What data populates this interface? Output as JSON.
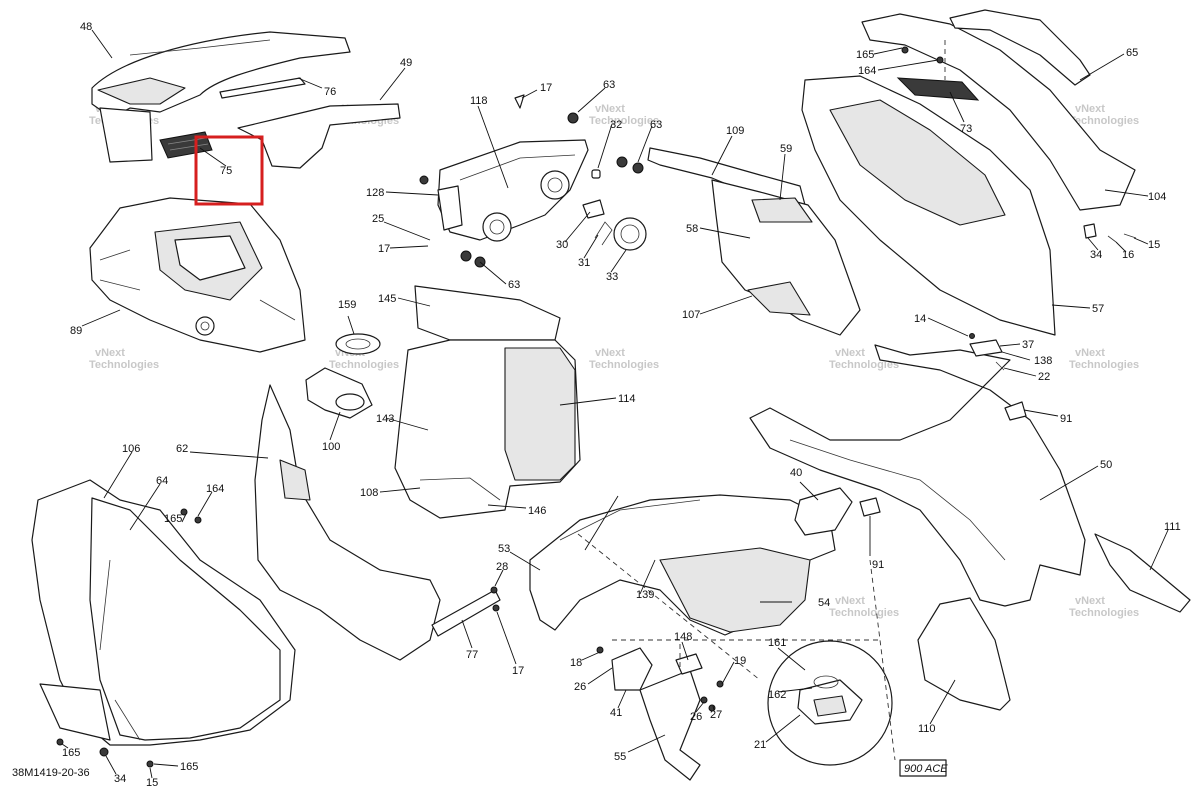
{
  "document_id": "38M1419-20-36",
  "variant_label": "900 ACE",
  "highlighted_part": "75",
  "watermark": {
    "line1": "vNext",
    "line2": "Technologies"
  },
  "callouts": [
    {
      "id": "c48",
      "label": "48"
    },
    {
      "id": "c76",
      "label": "76"
    },
    {
      "id": "c49",
      "label": "49"
    },
    {
      "id": "c75",
      "label": "75"
    },
    {
      "id": "c89",
      "label": "89"
    },
    {
      "id": "c17a",
      "label": "17"
    },
    {
      "id": "c118",
      "label": "118"
    },
    {
      "id": "c63a",
      "label": "63"
    },
    {
      "id": "c32",
      "label": "32"
    },
    {
      "id": "c63b",
      "label": "63"
    },
    {
      "id": "c128",
      "label": "128"
    },
    {
      "id": "c25",
      "label": "25"
    },
    {
      "id": "c17b",
      "label": "17"
    },
    {
      "id": "c30",
      "label": "30"
    },
    {
      "id": "c31",
      "label": "31"
    },
    {
      "id": "c33",
      "label": "33"
    },
    {
      "id": "c63c",
      "label": "63"
    },
    {
      "id": "c109",
      "label": "109"
    },
    {
      "id": "c59",
      "label": "59"
    },
    {
      "id": "c58",
      "label": "58"
    },
    {
      "id": "c107",
      "label": "107"
    },
    {
      "id": "c165a",
      "label": "165"
    },
    {
      "id": "c164a",
      "label": "164"
    },
    {
      "id": "c65",
      "label": "65"
    },
    {
      "id": "c73",
      "label": "73"
    },
    {
      "id": "c104",
      "label": "104"
    },
    {
      "id": "c34a",
      "label": "34"
    },
    {
      "id": "c16",
      "label": "16"
    },
    {
      "id": "c15a",
      "label": "15"
    },
    {
      "id": "c57",
      "label": "57"
    },
    {
      "id": "c159",
      "label": "159"
    },
    {
      "id": "c145",
      "label": "145"
    },
    {
      "id": "c100",
      "label": "100"
    },
    {
      "id": "c143",
      "label": "143"
    },
    {
      "id": "c114",
      "label": "114"
    },
    {
      "id": "c108",
      "label": "108"
    },
    {
      "id": "c146",
      "label": "146"
    },
    {
      "id": "c14",
      "label": "14"
    },
    {
      "id": "c37",
      "label": "37"
    },
    {
      "id": "c138",
      "label": "138"
    },
    {
      "id": "c22",
      "label": "22"
    },
    {
      "id": "c91a",
      "label": "91"
    },
    {
      "id": "c106",
      "label": "106"
    },
    {
      "id": "c62",
      "label": "62"
    },
    {
      "id": "c64",
      "label": "64"
    },
    {
      "id": "c164b",
      "label": "164"
    },
    {
      "id": "c165b",
      "label": "165"
    },
    {
      "id": "c53",
      "label": "53"
    },
    {
      "id": "c40",
      "label": "40"
    },
    {
      "id": "c50",
      "label": "50"
    },
    {
      "id": "c91b",
      "label": "91"
    },
    {
      "id": "c28",
      "label": "28"
    },
    {
      "id": "c17c",
      "label": "17"
    },
    {
      "id": "c77",
      "label": "77"
    },
    {
      "id": "c139",
      "label": "139"
    },
    {
      "id": "c54",
      "label": "54"
    },
    {
      "id": "c111",
      "label": "111"
    },
    {
      "id": "c18",
      "label": "18"
    },
    {
      "id": "c148",
      "label": "148"
    },
    {
      "id": "c19",
      "label": "19"
    },
    {
      "id": "c26a",
      "label": "26"
    },
    {
      "id": "c26b",
      "label": "26"
    },
    {
      "id": "c27",
      "label": "27"
    },
    {
      "id": "c41",
      "label": "41"
    },
    {
      "id": "c161",
      "label": "161"
    },
    {
      "id": "c162",
      "label": "162"
    },
    {
      "id": "c110",
      "label": "110"
    },
    {
      "id": "c21",
      "label": "21"
    },
    {
      "id": "c55",
      "label": "55"
    },
    {
      "id": "c165c",
      "label": "165"
    },
    {
      "id": "c34b",
      "label": "34"
    },
    {
      "id": "c15b",
      "label": "15"
    },
    {
      "id": "c165d",
      "label": "165"
    }
  ]
}
